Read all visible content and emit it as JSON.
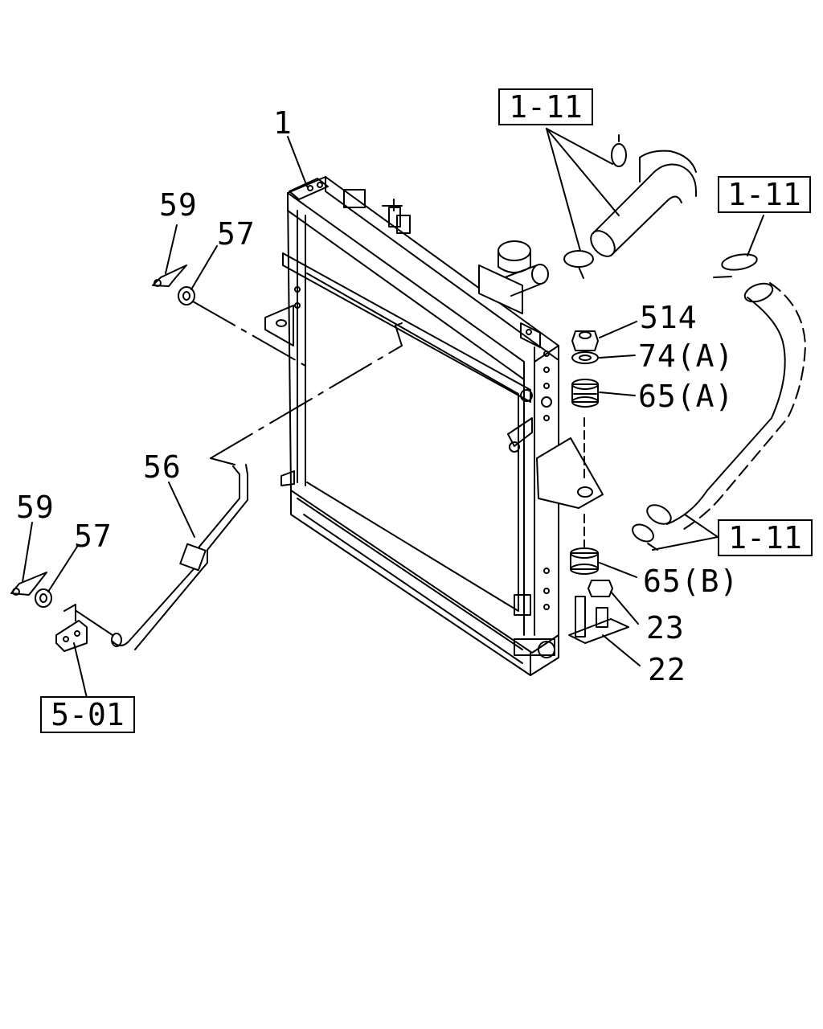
{
  "callouts": {
    "part_1": "1",
    "part_59_top": "59",
    "part_57_top": "57",
    "part_514": "514",
    "part_74a": "74(A)",
    "part_65a": "65(A)",
    "part_56": "56",
    "part_59_bottom": "59",
    "part_57_bottom": "57",
    "part_65b": "65(B)",
    "part_23": "23",
    "part_22": "22"
  },
  "references": {
    "ref_top": "1-11",
    "ref_right_top": "1-11",
    "ref_right_bottom": "1-11",
    "ref_left_bottom": "5-01"
  },
  "colors": {
    "line": "#000000",
    "background": "#ffffff"
  }
}
